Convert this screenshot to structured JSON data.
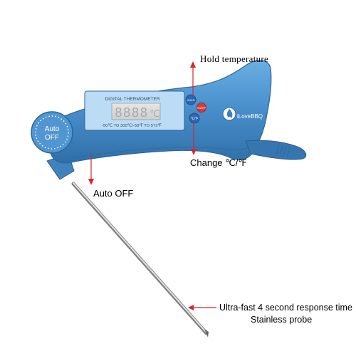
{
  "annotations": {
    "hold": "Hold temperature",
    "change": "Change ℃/℉",
    "auto_off": "Auto OFF",
    "response": "Ultra-fast 4 second response time",
    "probe": "Stainless probe"
  },
  "device": {
    "header": "DIGITAL THERMOMETER",
    "digits": "8888",
    "unit": "℃",
    "range": "-50℃ TO 300℃/-58℉ TO 572℉",
    "dial_line1": "Auto",
    "dial_line2": "OFF",
    "hold_button": "HOLD",
    "power_button": "ON/OFF",
    "unit_button": "℃/℉",
    "brand": "iLoveBBQ"
  },
  "colors": {
    "body": "#4a90cc",
    "arrow": "#d7262a"
  }
}
